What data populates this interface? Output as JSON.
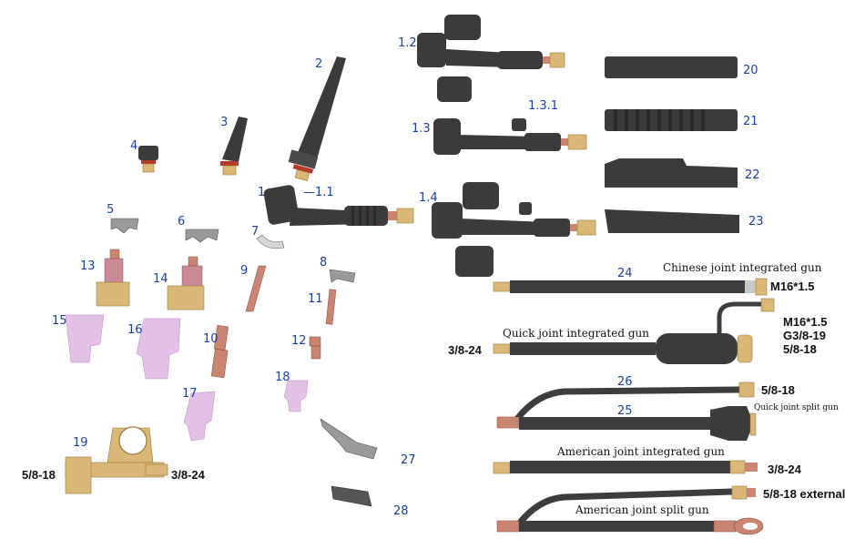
{
  "part_numbers": {
    "p1": "1",
    "p1_1": "—1.1",
    "p1_2": "1.2",
    "p1_3": "1.3",
    "p1_3_1": "1.3.1",
    "p1_4": "1.4",
    "p2": "2",
    "p3": "3",
    "p4": "4",
    "p5": "5",
    "p6": "6",
    "p7": "7",
    "p8": "8",
    "p9": "9",
    "p10": "10",
    "p11": "11",
    "p12": "12",
    "p13": "13",
    "p14": "14",
    "p15": "15",
    "p16": "16",
    "p17": "17",
    "p18": "18",
    "p19": "19",
    "p20": "20",
    "p21": "21",
    "p22": "22",
    "p23": "23",
    "p24": "24",
    "p25": "25",
    "p26": "26",
    "p27": "27",
    "p28": "28"
  },
  "threads": {
    "t19_left": "5/8-18",
    "t19_right": "3/8-24",
    "cn_m16": "M16*1.5",
    "qj_left": "3/8-24",
    "qj_m16": "M16*1.5",
    "qj_g3": "G3/8-19",
    "qj_58": "5/8-18",
    "split_58": "5/8-18",
    "am_38": "3/8-24",
    "am_ext": "5/8-18 external"
  },
  "captions": {
    "chinese": "Chinese joint integrated gun",
    "quick": "Quick joint integrated gun",
    "quick_split": "Quick joint split gun",
    "american": "American joint integrated gun",
    "american_split": "American joint split gun"
  },
  "colors": {
    "label_blue": "#1c3fa8",
    "torch_black": "#3b3b3b",
    "brass": "#d9b877",
    "copper": "#c98472",
    "ceramic": "#e3c0e6"
  }
}
